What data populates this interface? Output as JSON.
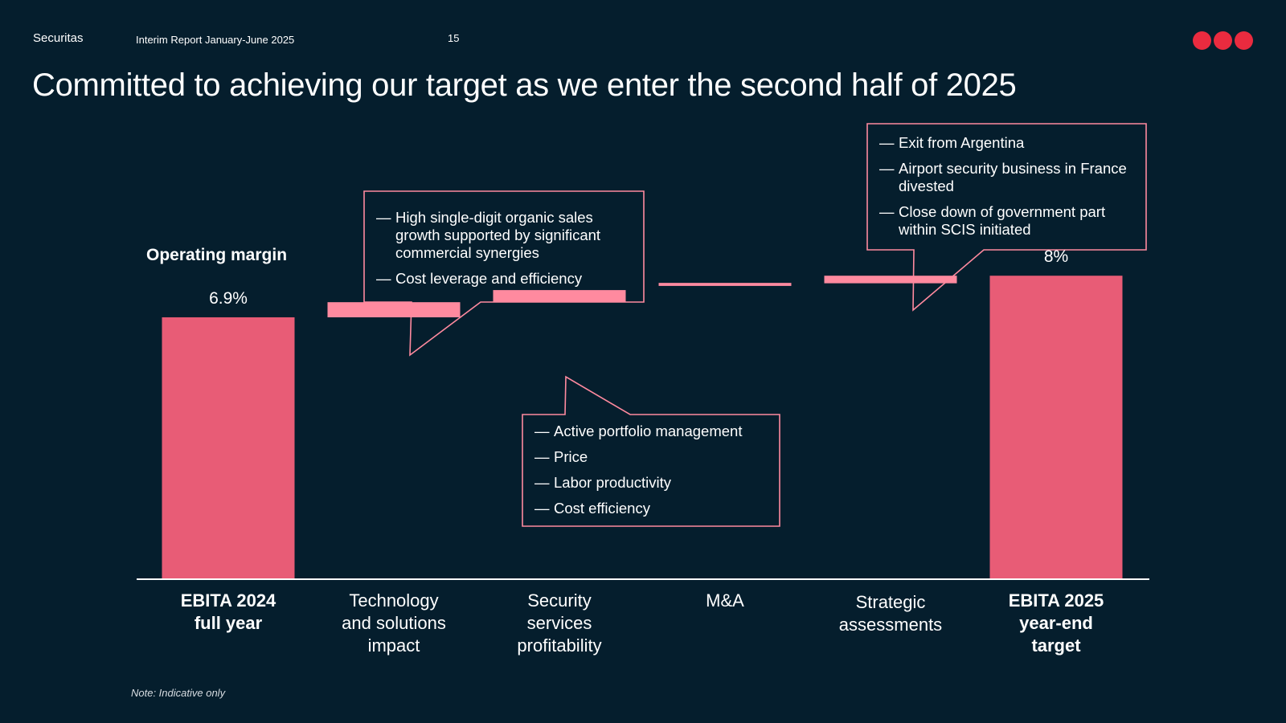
{
  "header": {
    "brand": "Securitas",
    "report": "Interim Report January-June 2025",
    "page_number": "15"
  },
  "title": "Committed to achieving our target as we enter the second half of 2025",
  "colors": {
    "background": "#051e2d",
    "total_bar": "#e85c76",
    "delta_bar": "#ff8a9f",
    "callout_border": "#ff8a9f",
    "logo_dot": "#ea2b3f"
  },
  "chart_data": {
    "type": "bar",
    "subtype": "waterfall",
    "title": "",
    "ylabel": "Operating margin",
    "unit": "%",
    "ylim": [
      0,
      11.5
    ],
    "categories": [
      "EBITA 2024\nfull year",
      "Technology\nand solutions\nimpact",
      "Security\nservices\nprofitability",
      "M&A",
      "Strategic\nassessments",
      "EBITA 2025\nyear-end\ntarget"
    ],
    "bold_categories": [
      0,
      5
    ],
    "bars": [
      {
        "kind": "total",
        "start": 0,
        "end": 6.9,
        "label": "6.9%"
      },
      {
        "kind": "delta",
        "start": 6.9,
        "end": 7.3,
        "label": ""
      },
      {
        "kind": "delta",
        "start": 7.3,
        "end": 7.62,
        "label": ""
      },
      {
        "kind": "delta",
        "start": 7.73,
        "end": 7.81,
        "label": ""
      },
      {
        "kind": "delta",
        "start": 7.8,
        "end": 8.0,
        "label": ""
      },
      {
        "kind": "total",
        "start": 0,
        "end": 8.0,
        "label": "8%"
      }
    ],
    "annotations": [
      {
        "category": 1,
        "items": [
          "High single-digit organic sales growth supported by significant commercial synergies",
          "Cost leverage and efficiency"
        ]
      },
      {
        "category": 2,
        "items": [
          "Active portfolio management",
          "Price",
          "Labor productivity",
          "Cost efficiency"
        ]
      },
      {
        "category": 4,
        "items": [
          "Exit from Argentina",
          "Airport security business in France divested",
          "Close down of government part within SCIS initiated"
        ]
      }
    ]
  },
  "note": "Note: Indicative only"
}
